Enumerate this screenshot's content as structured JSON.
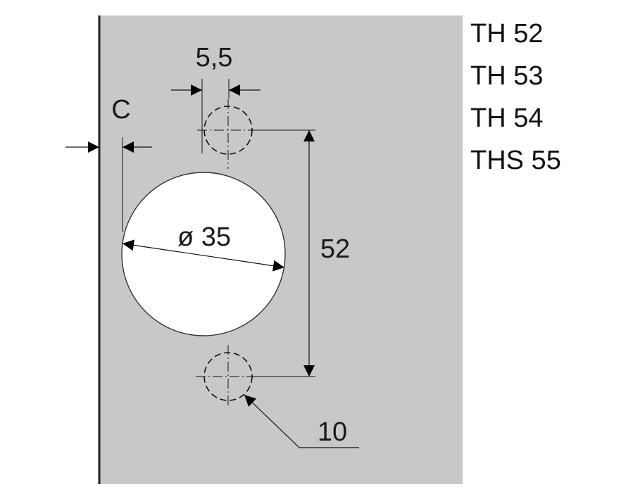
{
  "colors": {
    "panel": "#c8c8c8",
    "hole": "#ffffff",
    "line": "#000000",
    "text": "#1a1a1a"
  },
  "dimensions": {
    "hole_width": "5,5",
    "edge_distance": "C",
    "diameter": "ø 35",
    "hole_spacing": "52",
    "screw_hole": "10"
  },
  "models": [
    "TH 52",
    "TH 53",
    "TH 54",
    "THS 55"
  ]
}
